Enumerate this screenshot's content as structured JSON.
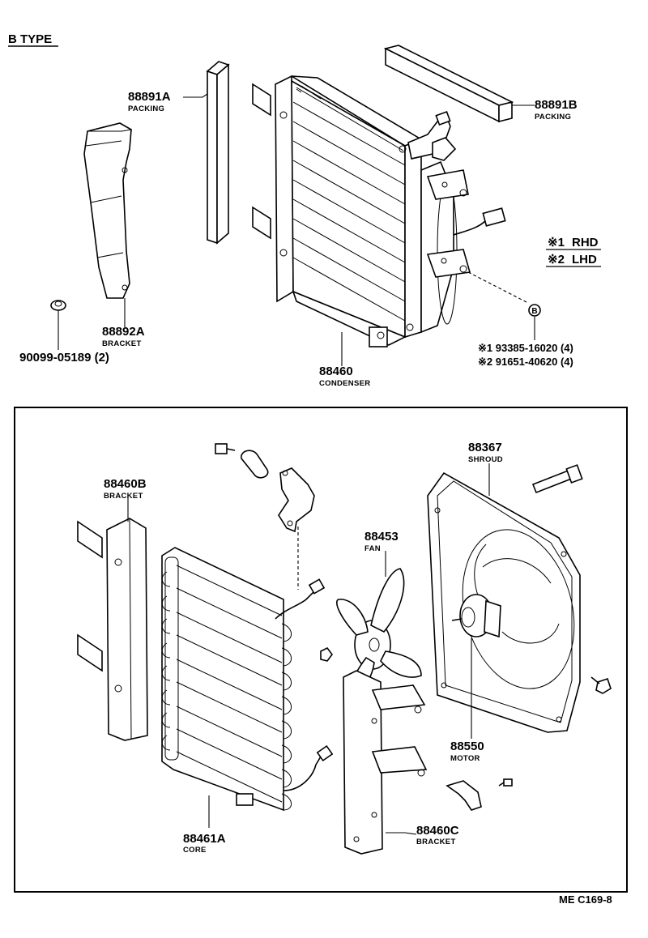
{
  "diagram": {
    "type_label": "B TYPE",
    "parts_upper": [
      {
        "id": "88891A",
        "name": "PACKING"
      },
      {
        "id": "88891B",
        "name": "PACKING"
      },
      {
        "id": "88892A",
        "name": "BRACKET"
      },
      {
        "id": "88460",
        "name": "CONDENSER"
      }
    ],
    "bolt_qty": "90099-05189 (2)",
    "legend": [
      {
        "mark": "※1",
        "text": "RHD"
      },
      {
        "mark": "※2",
        "text": "LHD"
      }
    ],
    "fastener": {
      "symbol": "B",
      "variants": [
        "※1 93385-16020 (4)",
        "※2 91651-40620 (4)"
      ]
    },
    "parts_lower": [
      {
        "id": "88460B",
        "name": "BRACKET"
      },
      {
        "id": "88367",
        "name": "SHROUD"
      },
      {
        "id": "88453",
        "name": "FAN"
      },
      {
        "id": "88550",
        "name": "MOTOR"
      },
      {
        "id": "88461A",
        "name": "CORE"
      },
      {
        "id": "88460C",
        "name": "BRACKET"
      }
    ],
    "figure_code": "ME C169-8"
  }
}
